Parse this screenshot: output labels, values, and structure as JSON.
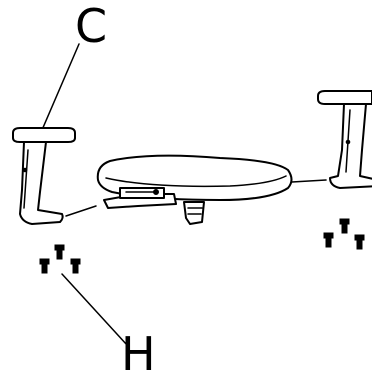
{
  "callouts": {
    "armrest_label": "C",
    "screws_label": "H"
  },
  "colors": {
    "ink": "#000000",
    "paper": "#ffffff"
  },
  "parts": [
    {
      "name": "armrest",
      "count": 2
    },
    {
      "name": "seat",
      "count": 1
    },
    {
      "name": "screw",
      "count": 6
    }
  ]
}
